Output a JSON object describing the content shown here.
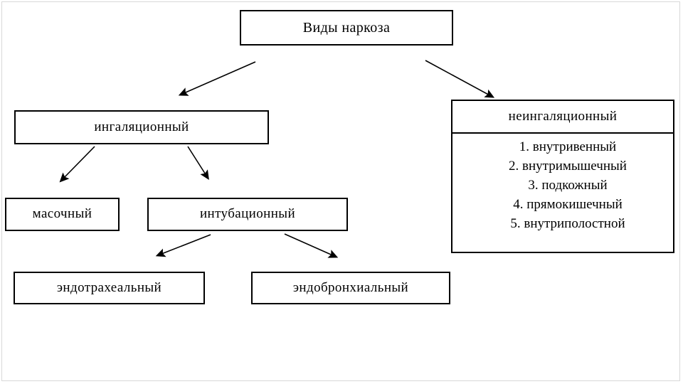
{
  "diagram": {
    "title": "Виды наркоза",
    "root": {
      "label": "Виды наркоза"
    },
    "branches": {
      "inhalation": {
        "label": "ингаляционный",
        "children": {
          "mask": {
            "label": "масочный"
          },
          "intubation": {
            "label": "интубационный",
            "children": {
              "endotracheal": {
                "label": "эндотрахеальный"
              },
              "endobronchial": {
                "label": "эндобронхиальный"
              }
            }
          }
        }
      },
      "noninhalation": {
        "label": "неингаляционный",
        "items": [
          "внутривенный",
          "внутримышечный",
          "подкожный",
          "прямокишечный",
          "внутриполостной"
        ]
      }
    },
    "style": {
      "box_border": "#000000",
      "box_fill": "#ffffff",
      "text_color": "#000000",
      "arrow_color": "#000000",
      "frame_color": "#d8d8d8"
    }
  }
}
